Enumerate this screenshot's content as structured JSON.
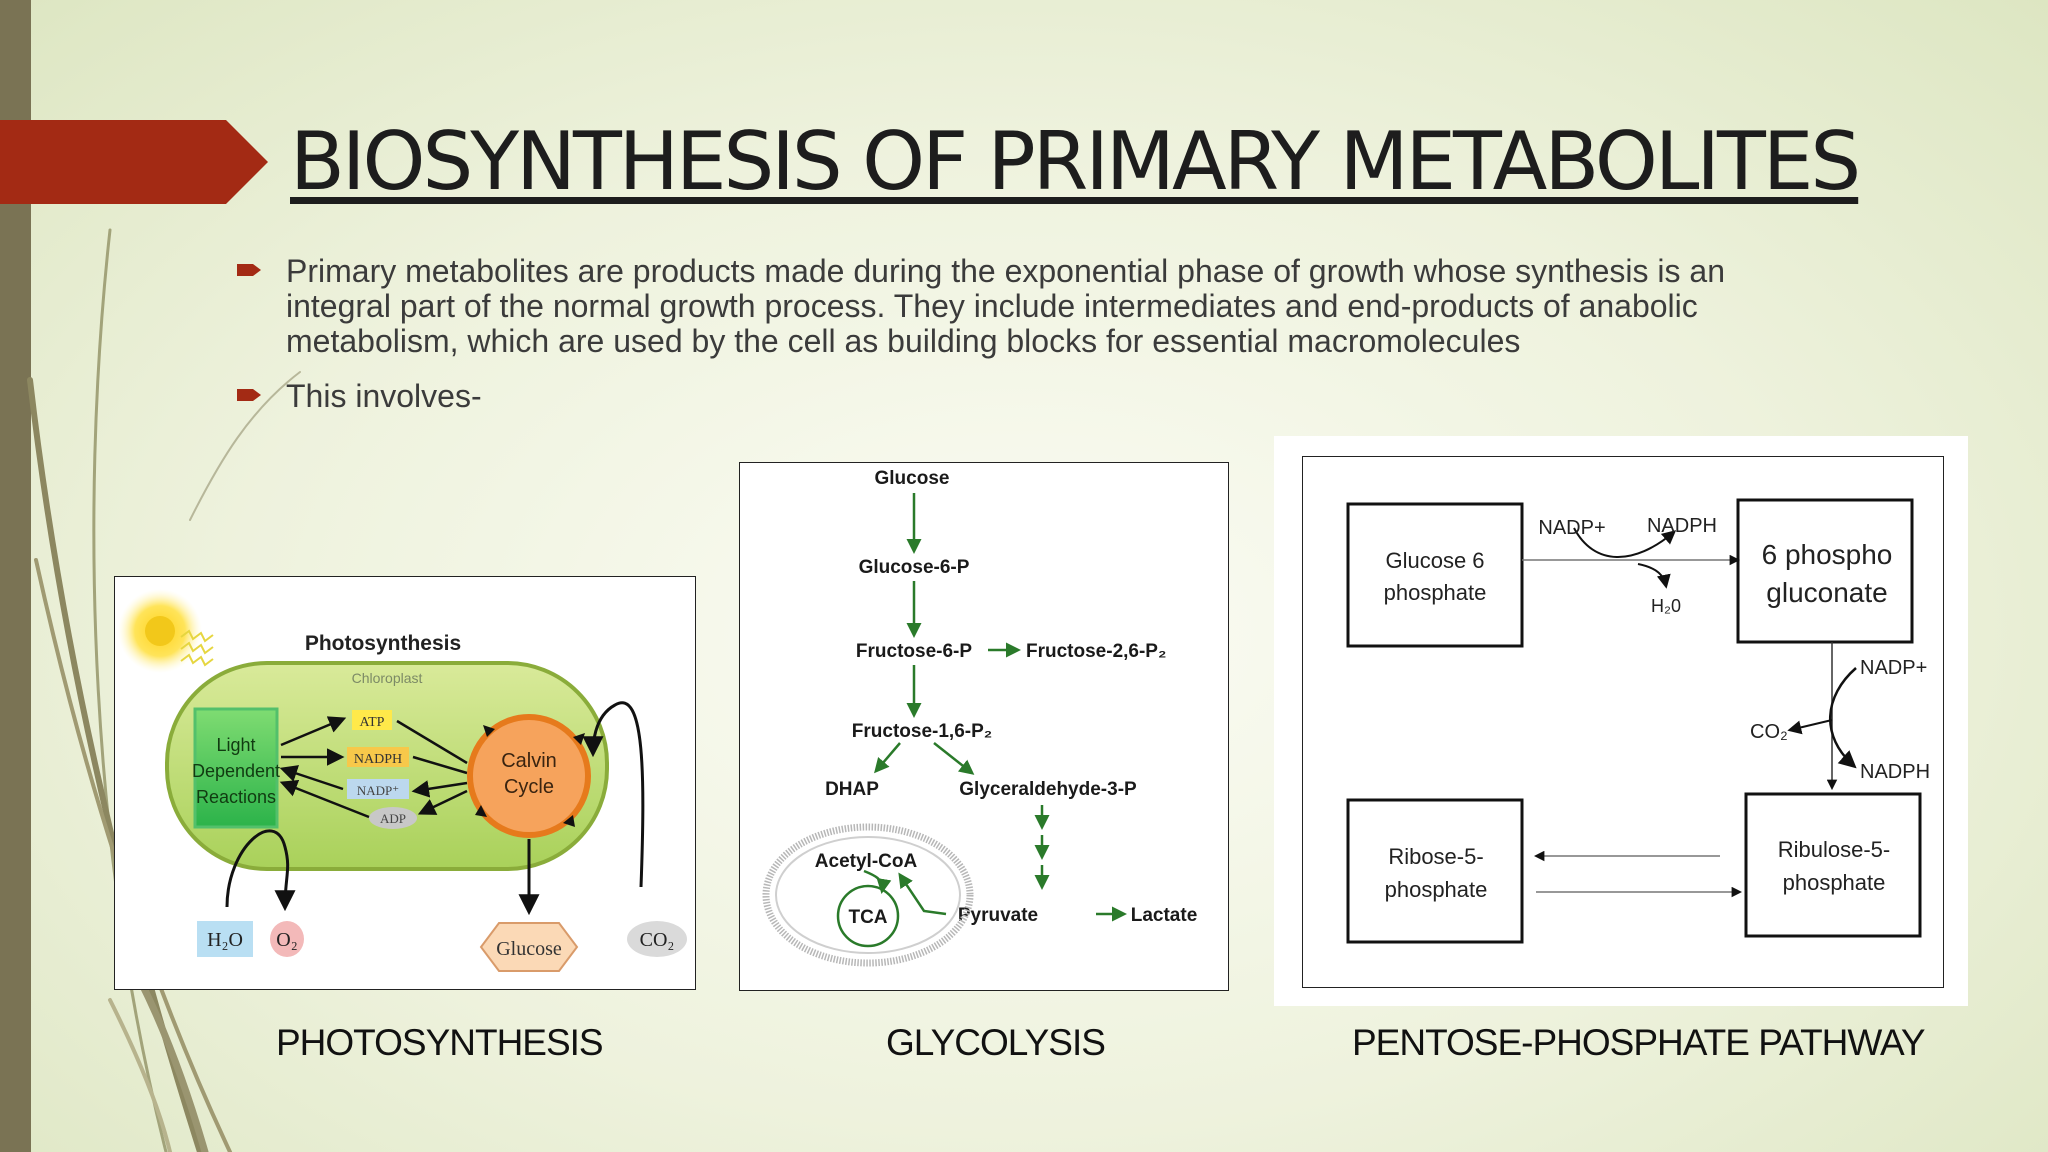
{
  "slide": {
    "title": "BIOSYNTHESIS OF PRIMARY METABOLITES",
    "bullets": [
      "Primary metabolites are  products made during the exponential phase of growth whose synthesis is an integral part of the normal growth process. They include intermediates and end-products of anabolic metabolism, which are used by the cell as building blocks for essential macromolecules",
      "This involves-"
    ],
    "colors": {
      "banner": "#a32a14",
      "stripe": "#7a7354",
      "background": "#eef2dd",
      "bullet_marker": "#a32a14"
    }
  },
  "photosynthesis": {
    "caption": "PHOTOSYNTHESIS",
    "title": "Photosynthesis",
    "chloroplast": "Chloroplast",
    "light_reactions": [
      "Light",
      "Dependent",
      "Reactions"
    ],
    "calvin": [
      "Calvin",
      "Cycle"
    ],
    "carriers": [
      "ATP",
      "NADPH",
      "NADP⁺",
      "ADP"
    ],
    "h2o": "H₂O",
    "o2": "O₂",
    "glucose": "Glucose",
    "co2": "CO₂"
  },
  "glycolysis": {
    "caption": "GLYCOLYSIS",
    "glucose": "Glucose",
    "g6p": "Glucose-6-P",
    "f6p": "Fructose-6-P",
    "f26p": "Fructose-2,6-P₂",
    "f16p": "Fructose-1,6-P₂",
    "dhap": "DHAP",
    "g3p": "Glyceraldehyde-3-P",
    "acetyl_coa": "Acetyl-CoA",
    "tca": "TCA",
    "pyruvate": "Pyruvate",
    "lactate": "Lactate"
  },
  "pentose": {
    "caption": "PENTOSE-PHOSPHATE PATHWAY",
    "box_g6p": [
      "Glucose 6",
      "phosphate"
    ],
    "box_6pg": [
      "6 phospho",
      "gluconate"
    ],
    "box_r5p": [
      "Ribose-5-",
      "phosphate"
    ],
    "box_ru5p": [
      "Ribulose-5-",
      "phosphate"
    ],
    "nadp_plus": "NADP+",
    "nadph": "NADPH",
    "h2o": "H₂0",
    "nadp_plus_2": "NADP+",
    "co2": "CO₂",
    "nadph_2": "NADPH"
  }
}
